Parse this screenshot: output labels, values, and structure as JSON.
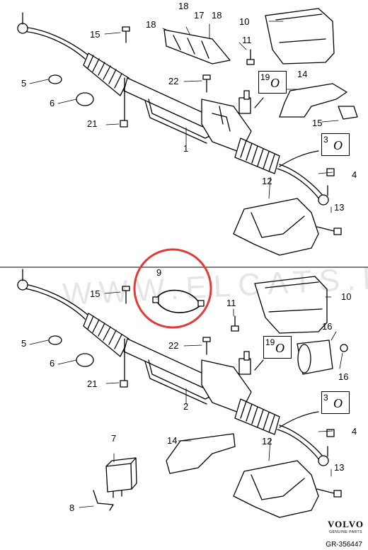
{
  "diagram": {
    "callouts_top": [
      {
        "id": "c1",
        "text": "1"
      },
      {
        "id": "c5",
        "text": "5"
      },
      {
        "id": "c6",
        "text": "6"
      },
      {
        "id": "c10",
        "text": "10"
      },
      {
        "id": "c11",
        "text": "11"
      },
      {
        "id": "c12",
        "text": "12"
      },
      {
        "id": "c13",
        "text": "13"
      },
      {
        "id": "c14",
        "text": "14"
      },
      {
        "id": "c15a",
        "text": "15"
      },
      {
        "id": "c15b",
        "text": "15"
      },
      {
        "id": "c17",
        "text": "17"
      },
      {
        "id": "c18a",
        "text": "18"
      },
      {
        "id": "c18b",
        "text": "18"
      },
      {
        "id": "c18c",
        "text": "18"
      },
      {
        "id": "c21",
        "text": "21"
      },
      {
        "id": "c22",
        "text": "22"
      },
      {
        "id": "c4",
        "text": "4"
      }
    ],
    "callouts_bottom": [
      {
        "id": "d2",
        "text": "2"
      },
      {
        "id": "d5",
        "text": "5"
      },
      {
        "id": "d6",
        "text": "6"
      },
      {
        "id": "d7",
        "text": "7"
      },
      {
        "id": "d8",
        "text": "8"
      },
      {
        "id": "d9",
        "text": "9"
      },
      {
        "id": "d10",
        "text": "10"
      },
      {
        "id": "d11",
        "text": "11"
      },
      {
        "id": "d12",
        "text": "12"
      },
      {
        "id": "d13",
        "text": "13"
      },
      {
        "id": "d14",
        "text": "14"
      },
      {
        "id": "d15",
        "text": "15"
      },
      {
        "id": "d16a",
        "text": "16"
      },
      {
        "id": "d16b",
        "text": "16"
      },
      {
        "id": "d21",
        "text": "21"
      },
      {
        "id": "d22",
        "text": "22"
      },
      {
        "id": "d4",
        "text": "4"
      }
    ],
    "boxed_refs": [
      {
        "id": "b19top",
        "number": "19",
        "code": "O"
      },
      {
        "id": "b3top",
        "number": "3",
        "code": "O"
      },
      {
        "id": "b19bot",
        "number": "19",
        "code": "O"
      },
      {
        "id": "b3bot",
        "number": "3",
        "code": "O"
      }
    ],
    "watermark": "WWW.ELCATS.RU",
    "brand": "VOLVO",
    "brand_sub": "GENUINE PARTS",
    "reference": "GR-356447",
    "colors": {
      "ink": "#000000",
      "highlight": "#e53935"
    }
  }
}
